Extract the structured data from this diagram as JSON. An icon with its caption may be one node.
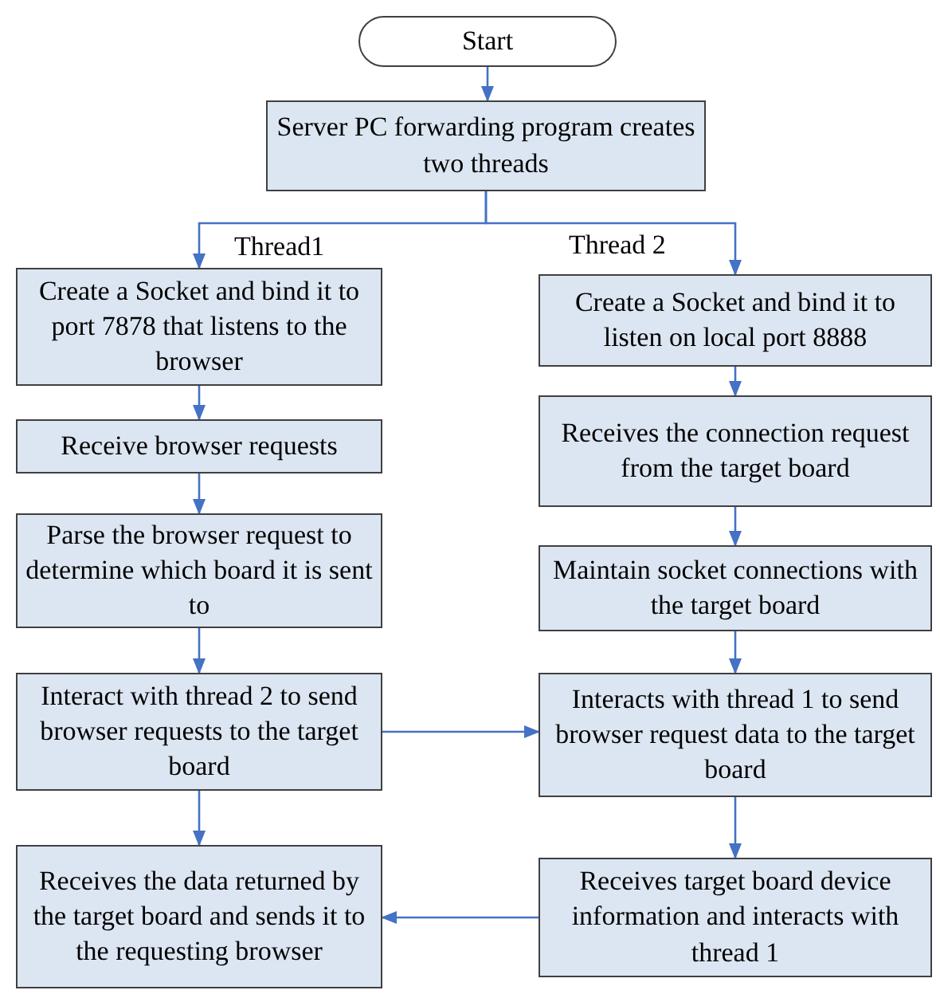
{
  "diagram": {
    "nodes": [
      {
        "text": [
          "Start"
        ]
      },
      {
        "text": [
          "Server PC forwarding program creates two threads"
        ]
      },
      {
        "text": [
          "Create a Socket and bind it to port 7878 that listens to the browser"
        ]
      },
      {
        "text": [
          "Receive browser requests"
        ]
      },
      {
        "text": [
          "Parse the browser request to determine which board it is sent to"
        ]
      },
      {
        "text": [
          "Interact with thread 2 to send browser requests to the target board"
        ]
      },
      {
        "text": [
          "Receives the data returned by the target board and sends it to the requesting browser"
        ]
      },
      {
        "text": [
          "Create a Socket and bind it to listen on local port 8888"
        ]
      },
      {
        "text": [
          "Receives the connection request from the target board"
        ]
      },
      {
        "text": [
          "Maintain socket connections with the target board"
        ]
      },
      {
        "text": [
          "Interacts with thread 1 to send browser request data to the target board"
        ]
      },
      {
        "text": [
          "Receives target board device information and interacts with thread 1"
        ]
      }
    ],
    "edges": [
      {
        "from": 0,
        "to": 1,
        "arrow": "to"
      },
      {
        "from": 1,
        "to": 2,
        "arrow": "to",
        "label": "Thread1"
      },
      {
        "from": 1,
        "to": 7,
        "arrow": "to",
        "label": "Thread 2"
      },
      {
        "from": 2,
        "to": 3,
        "arrow": "to"
      },
      {
        "from": 3,
        "to": 4,
        "arrow": "to"
      },
      {
        "from": 4,
        "to": 5,
        "arrow": "to"
      },
      {
        "from": 5,
        "to": 6,
        "arrow": "to"
      },
      {
        "from": 7,
        "to": 8,
        "arrow": "to"
      },
      {
        "from": 8,
        "to": 9,
        "arrow": "to"
      },
      {
        "from": 9,
        "to": 10,
        "arrow": "to"
      },
      {
        "from": 10,
        "to": 11,
        "arrow": "to"
      },
      {
        "from": 5,
        "to": 10,
        "arrow": "to"
      },
      {
        "from": 11,
        "to": 6,
        "arrow": "to"
      }
    ]
  }
}
